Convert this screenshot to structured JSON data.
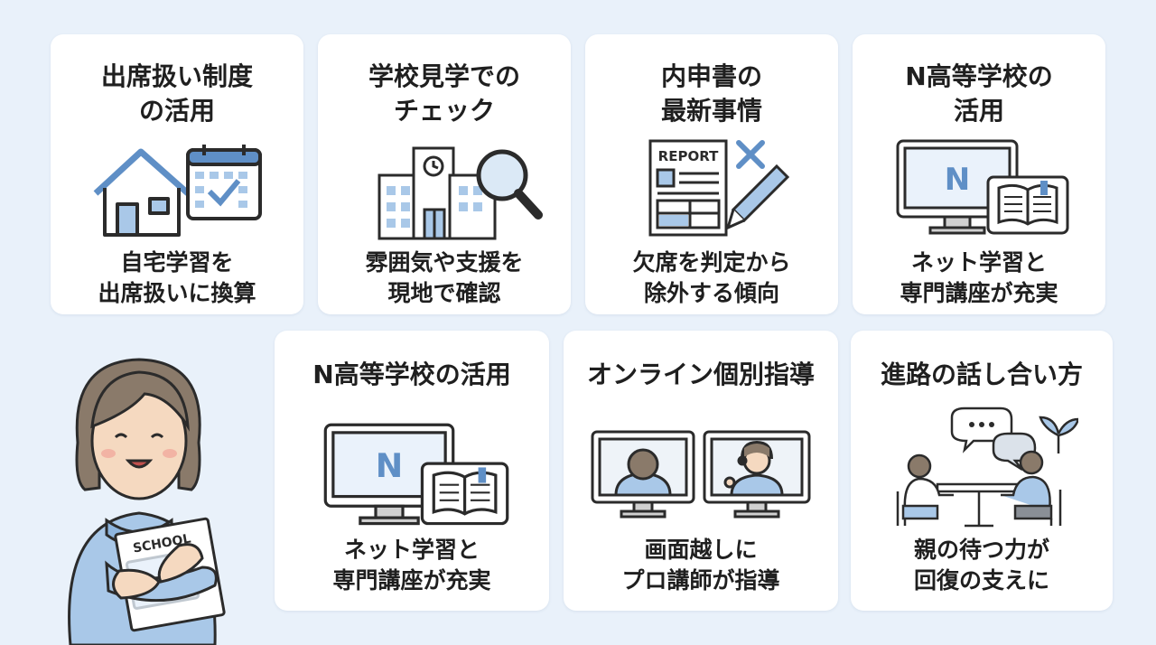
{
  "cards": [
    {
      "title": "出席扱い制度\nの活用",
      "desc": "自宅学習を\n出席扱いに換算",
      "icons": [
        "house-icon",
        "calendar-check-icon"
      ]
    },
    {
      "title": "学校見学での\nチェック",
      "desc": "雰囲気や支援を\n現地で確認",
      "icons": [
        "school-building-icon",
        "magnifier-icon"
      ]
    },
    {
      "title": "内申書の\n最新事情",
      "desc": "欠席を判定から\n除外する傾向",
      "report_label": "REPORT",
      "icons": [
        "report-document-icon",
        "cross-mark-icon",
        "pencil-icon"
      ]
    },
    {
      "title": "N高等学校の\n活用",
      "desc": "ネット学習と\n専門講座が充実",
      "screen_letter": "N",
      "icons": [
        "monitor-icon",
        "tablet-book-icon"
      ]
    },
    {
      "title": "N高等学校の活用",
      "desc": "ネット学習と\n専門講座が充実",
      "screen_letter": "N",
      "icons": [
        "monitor-icon",
        "tablet-book-icon"
      ]
    },
    {
      "title": "オンライン個別指導",
      "desc": "画面越しに\nプロ講師が指導",
      "icons": [
        "student-monitor-icon",
        "tutor-headset-monitor-icon"
      ]
    },
    {
      "title": "進路の話し合い方",
      "desc": "親の待つ力が\n回復の支えに",
      "icons": [
        "speech-bubbles-icon",
        "table-conversation-icon",
        "sprout-icon"
      ]
    }
  ],
  "person": {
    "book_label": "SCHOOL"
  },
  "colors": {
    "background": "#e9f1fa",
    "card": "#ffffff",
    "accent_blue": "#a9c8e8",
    "mid_blue": "#5f8fc6",
    "outline": "#2b2b2b"
  }
}
